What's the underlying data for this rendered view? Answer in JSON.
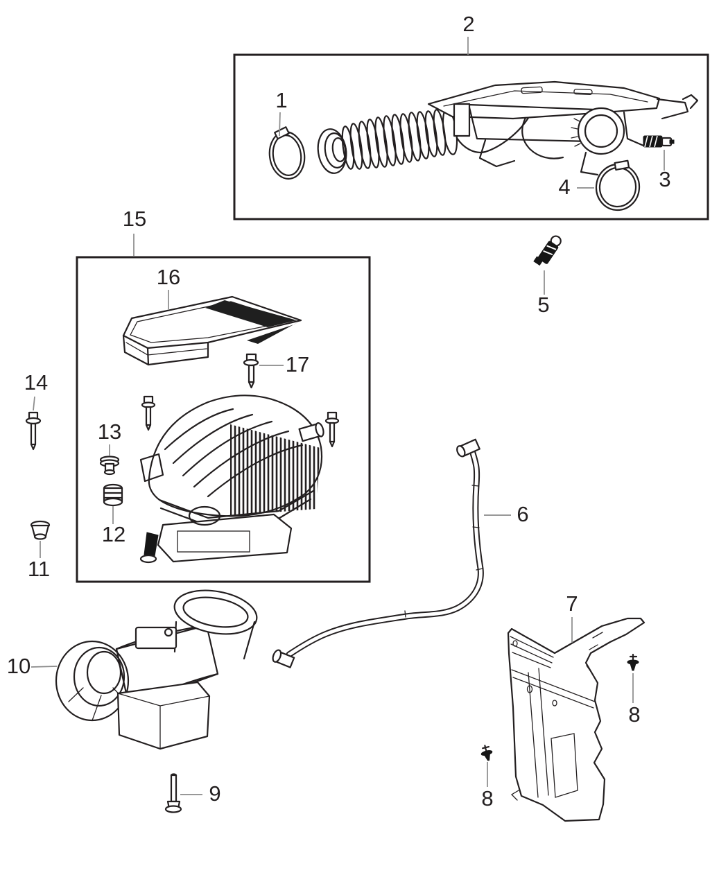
{
  "callouts": {
    "c1": "1",
    "c2": "2",
    "c3": "3",
    "c4": "4",
    "c5": "5",
    "c6": "6",
    "c7": "7",
    "c8a": "8",
    "c8b": "8",
    "c9": "9",
    "c10": "10",
    "c11": "11",
    "c12": "12",
    "c13": "13",
    "c14": "14",
    "c15": "15",
    "c16": "16",
    "c17": "17"
  },
  "colors": {
    "line": "#231f20",
    "leader": "#8a8a8a",
    "background": "#ffffff",
    "media_fill": "#1f1f1f"
  }
}
